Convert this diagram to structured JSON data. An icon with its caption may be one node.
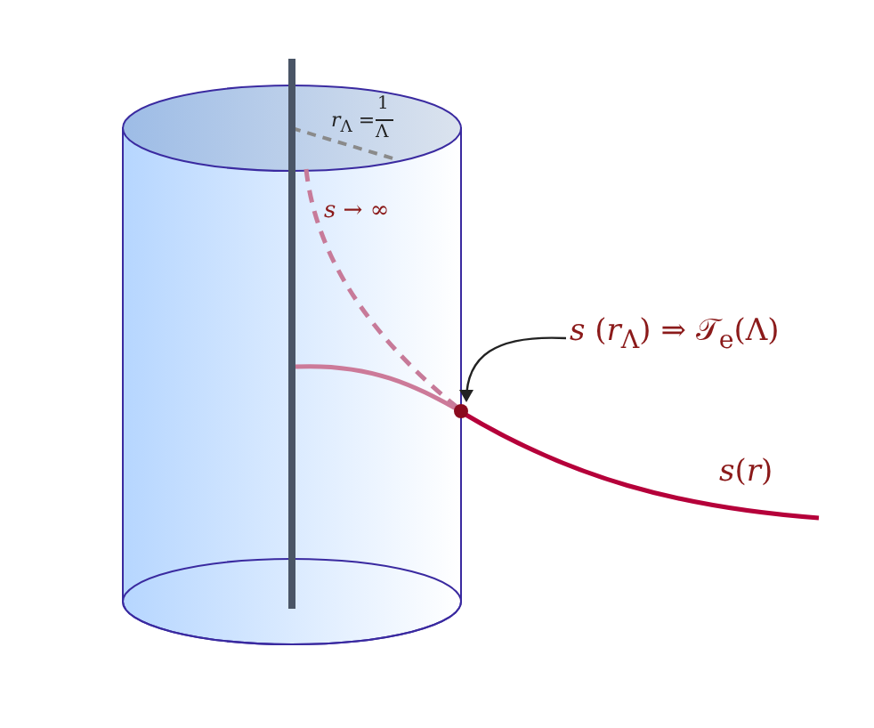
{
  "diagram": {
    "nodes": [
      {
        "text": [
          "*s* (*r*$_{Λ}$) ⇒ 𝒯$_{e}$(Λ)"
        ]
      },
      {
        "text": [],
        "shape": "circle"
      }
    ],
    "edges": [
      {
        "from": 0,
        "to": 1,
        "arrow": "to"
      }
    ],
    "labels": [
      "*r*$_{Λ}$ =",
      "1",
      "Λ",
      "*s* → ∞",
      "*s*(*r*)"
    ]
  }
}
